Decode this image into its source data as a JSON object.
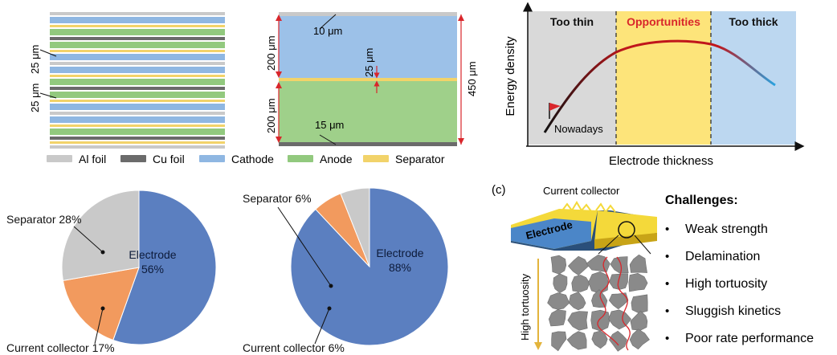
{
  "stack": {
    "dim_25_top": "25 μm",
    "dim_25_bottom": "25 μm"
  },
  "cell": {
    "al_thickness": "10 μm",
    "cathode_thickness": "200 μm",
    "anode_thickness": "200 μm",
    "separator_thickness": "25 μm",
    "cu_thickness": "15 μm",
    "total_thickness": "450 μm"
  },
  "legend": [
    {
      "label": "Al foil",
      "color": "#c9c9c9"
    },
    {
      "label": "Cu foil",
      "color": "#6b6b6b"
    },
    {
      "label": "Cathode",
      "color": "#8fb7e2"
    },
    {
      "label": "Anode",
      "color": "#92c97e"
    },
    {
      "label": "Separator",
      "color": "#f2d36a"
    }
  ],
  "energy_plot": {
    "ylabel": "Energy density",
    "xlabel": "Electrode thickness",
    "zones": [
      {
        "label": "Too thin",
        "color": "#d9d9d9",
        "label_color": "#111111"
      },
      {
        "label": "Opportunities",
        "color": "#fde47a",
        "label_color": "#d9262b"
      },
      {
        "label": "Too thick",
        "color": "#bcd7f0",
        "label_color": "#111111"
      }
    ],
    "marker_label": "Nowadays"
  },
  "pies": [
    {
      "slices": [
        {
          "name": "Electrode",
          "value": 56,
          "color": "#5b7fc0",
          "label": "Electrode",
          "pct": "56%"
        },
        {
          "name": "Current collector",
          "value": 17,
          "color": "#f29a5e",
          "label": "Current collector 17%"
        },
        {
          "name": "Separator",
          "value": 28,
          "color": "#c9c9c9",
          "label": "Separator 28%"
        }
      ]
    },
    {
      "slices": [
        {
          "name": "Electrode",
          "value": 88,
          "color": "#5b7fc0",
          "label": "Electrode",
          "pct": "88%"
        },
        {
          "name": "Current collector",
          "value": 6,
          "color": "#f29a5e",
          "label": "Current collector 6%"
        },
        {
          "name": "Separator",
          "value": 6,
          "color": "#c9c9c9",
          "label": "Separator 6%"
        }
      ]
    }
  ],
  "panel_c": {
    "tag": "(c)",
    "collector_label": "Current collector",
    "electrode_label": "Electrode",
    "tortuosity_label": "High tortuosity",
    "challenges_title": "Challenges:",
    "bullet": "•",
    "challenges": [
      "Weak strength",
      "Delamination",
      "High tortuosity",
      "Sluggish kinetics",
      "Poor rate performance"
    ]
  }
}
